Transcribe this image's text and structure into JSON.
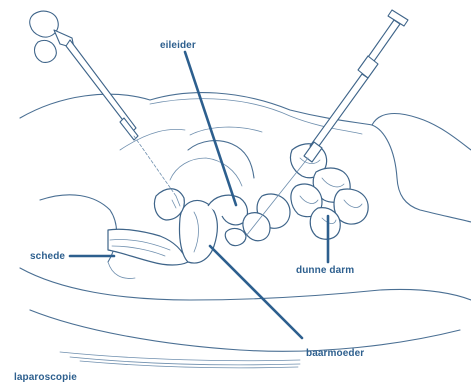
{
  "labels": {
    "eileider": "eileider",
    "schede": "schede",
    "dunne_darm": "dunne darm",
    "baarmoeder": "baarmoeder",
    "laparoscopie": "laparoscopie"
  },
  "colors": {
    "label_text": "#2d5f8e",
    "line_art": "#4a6f93",
    "background": "#ffffff"
  }
}
